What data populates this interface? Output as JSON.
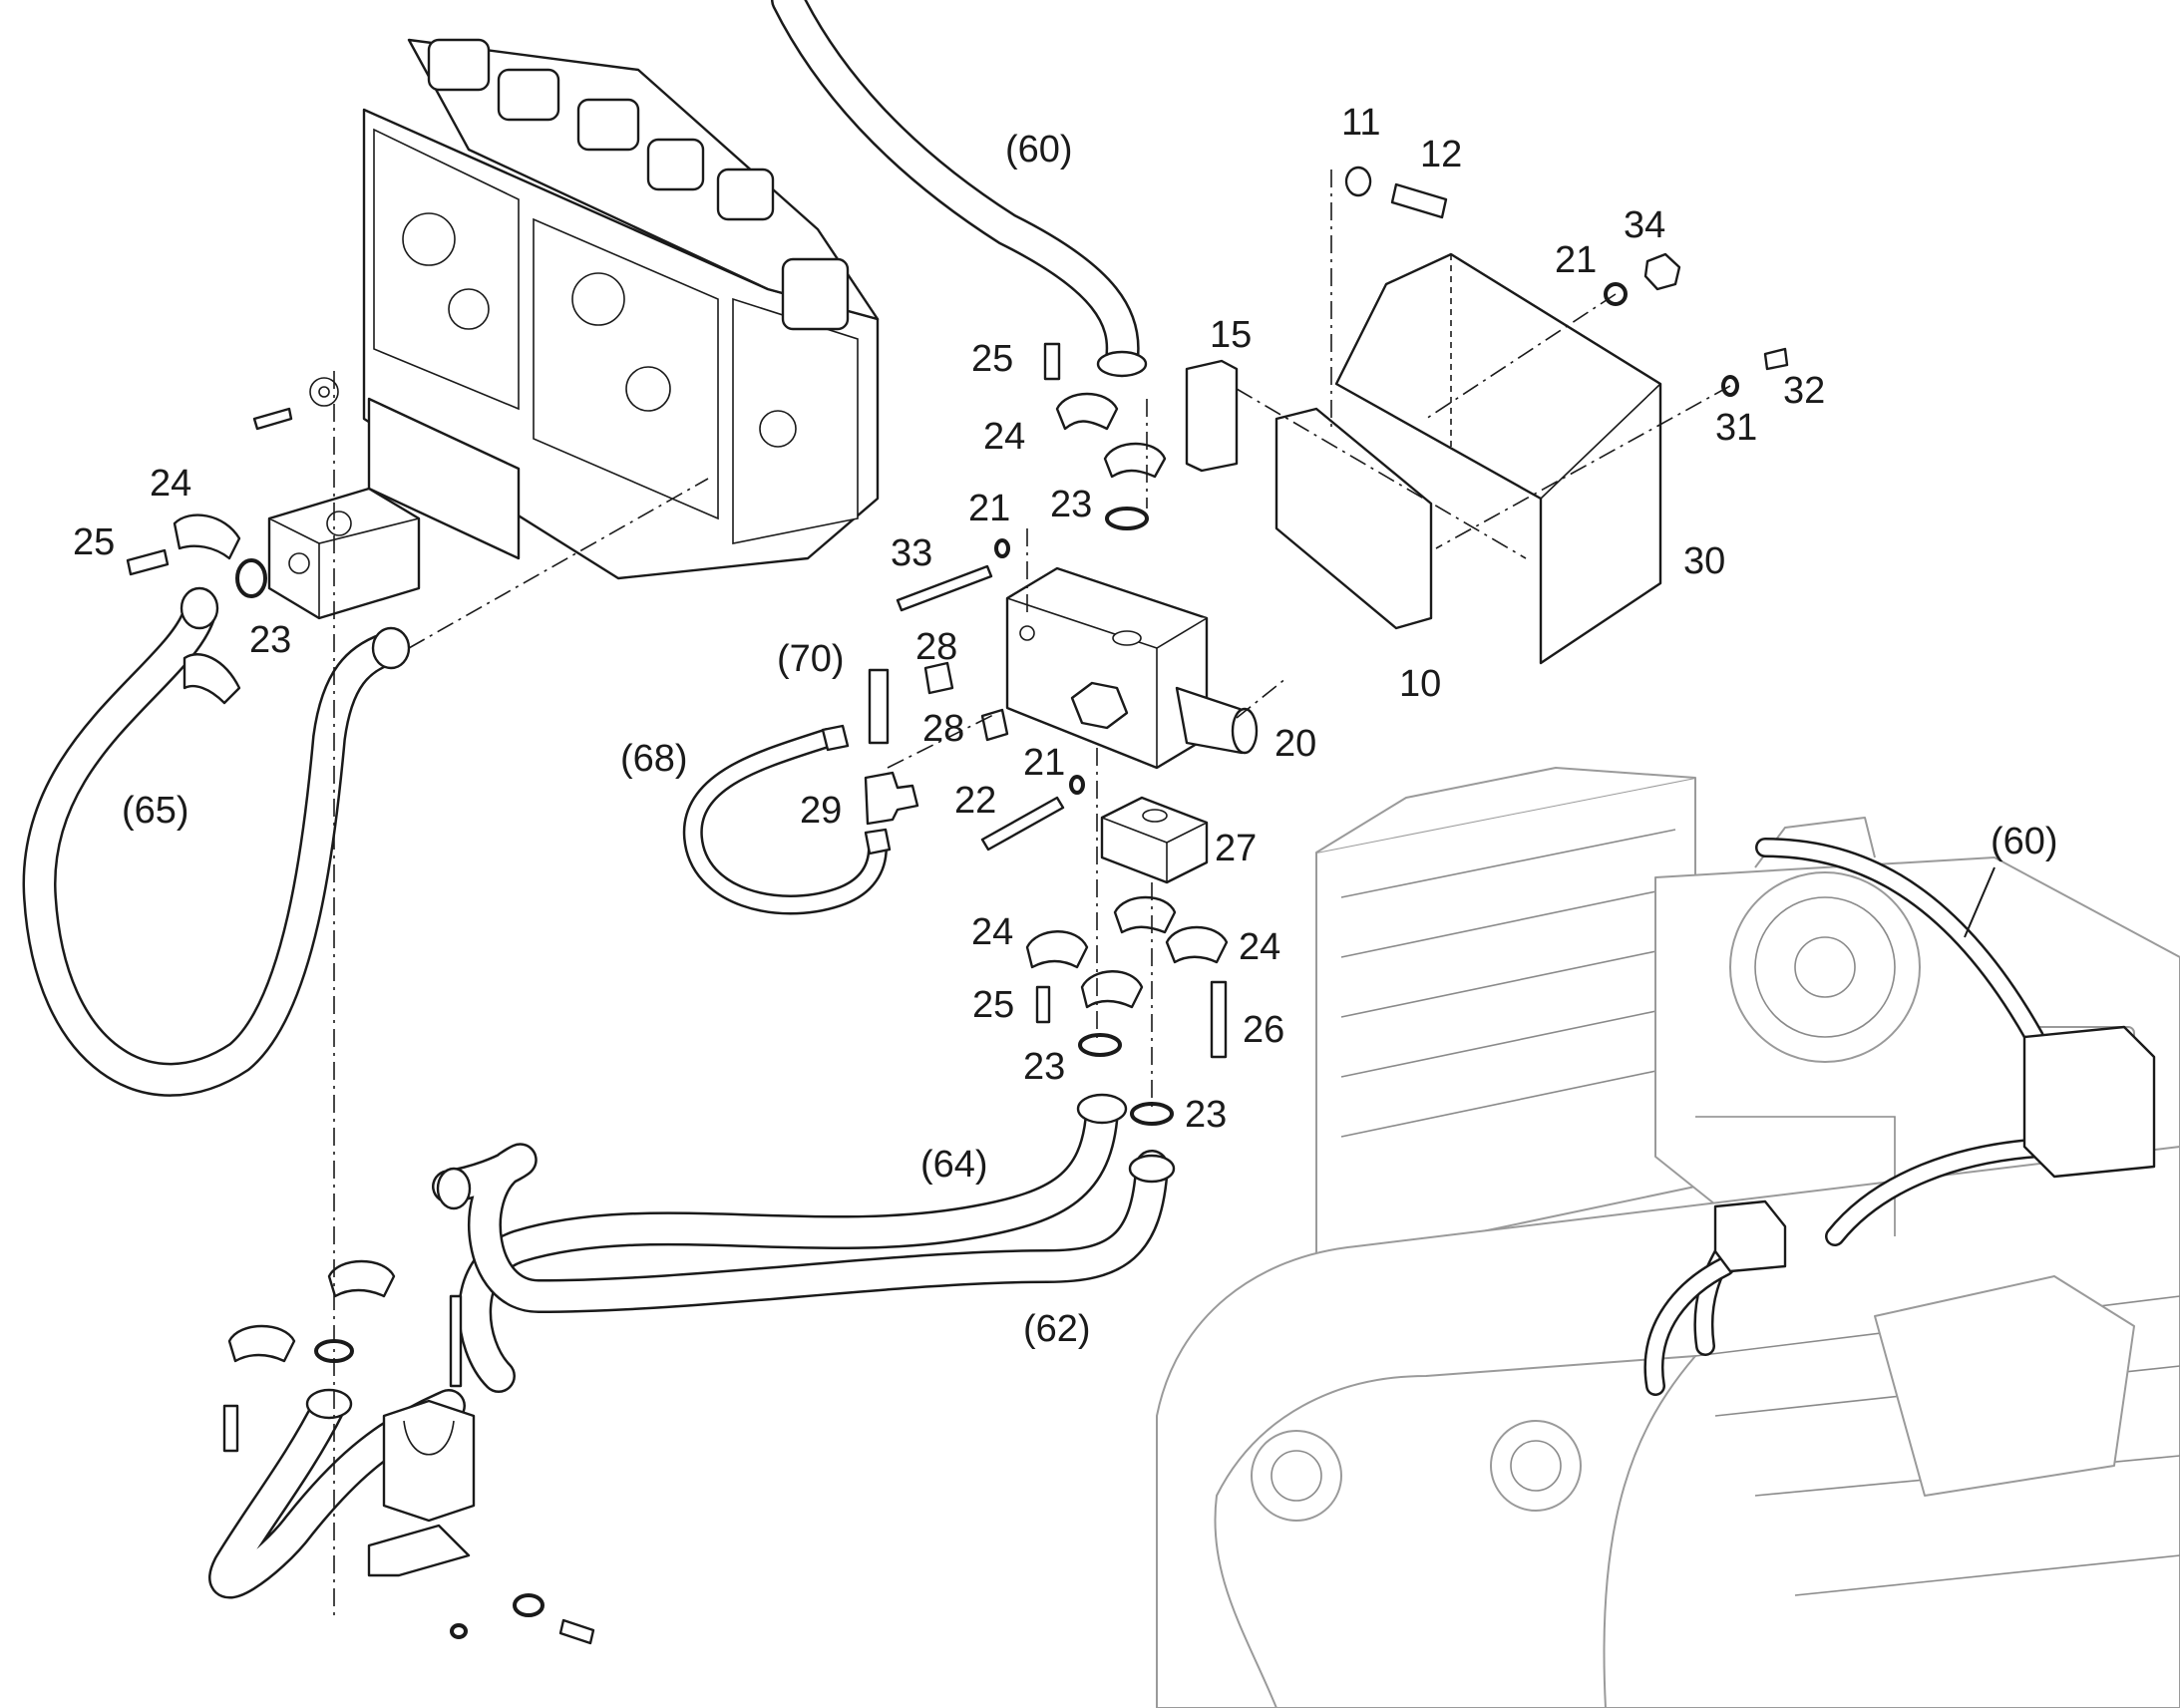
{
  "callouts": {
    "c60_top": "(60)",
    "c11": "11",
    "c12": "12",
    "c34": "34",
    "c21_top": "21",
    "c15": "15",
    "c25_top": "25",
    "c24_top": "24",
    "c23_top": "23",
    "c32": "32",
    "c31": "31",
    "c30": "30",
    "c24_left": "24",
    "c25_left": "25",
    "c23_left": "23",
    "c21_mid": "21",
    "c33": "33",
    "c70": "(70)",
    "c28_a": "28",
    "c28_b": "28",
    "c10": "10",
    "c20": "20",
    "c68": "(68)",
    "c21_low": "21",
    "c22": "22",
    "c29": "29",
    "c27": "27",
    "c65": "(65)",
    "c24_ml": "24",
    "c24_mr": "24",
    "c25_low": "25",
    "c26": "26",
    "c23_low_a": "23",
    "c23_low_b": "23",
    "c64": "(64)",
    "c62": "(62)",
    "c60_right": "(60)"
  }
}
